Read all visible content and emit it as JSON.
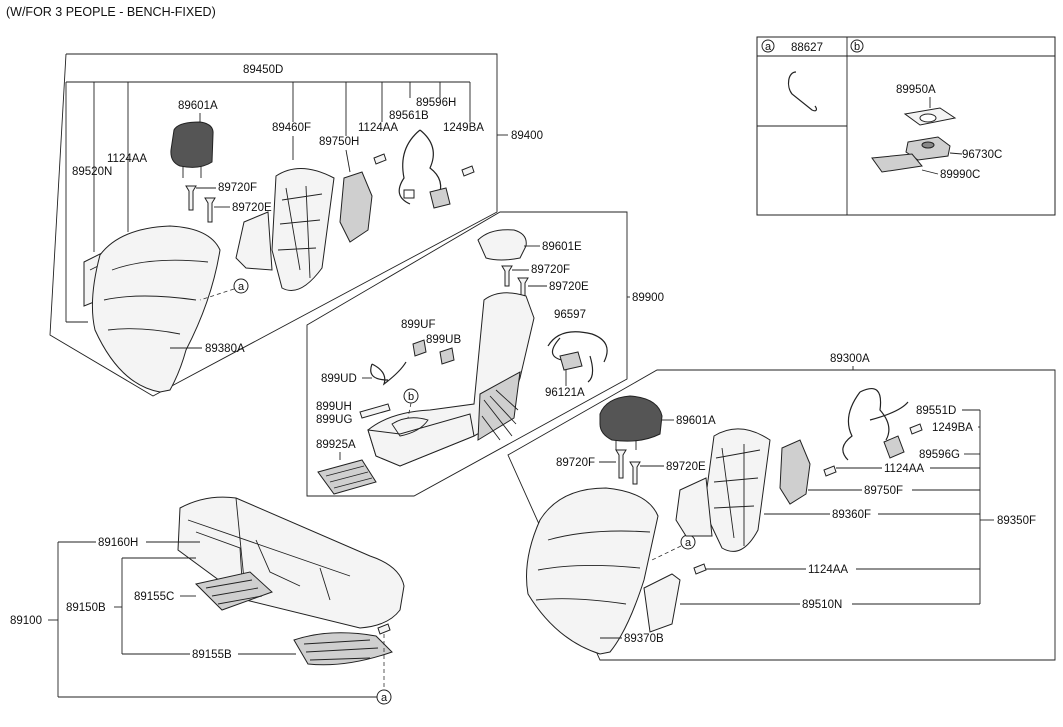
{
  "header": {
    "title": "(W/FOR 3 PEOPLE - BENCH-FIXED)"
  },
  "legend": {
    "a_marker": "a",
    "a_part": "88627",
    "b_marker": "b",
    "b_parts": [
      "89950A",
      "96730C",
      "89990C"
    ]
  },
  "left_seatback": {
    "assembly": "89400",
    "parts": [
      "89450D",
      "89601A",
      "1124AA",
      "89520N",
      "89720F",
      "89720E",
      "89460F",
      "89750H",
      "1124AA",
      "89561B",
      "89596H",
      "1249BA",
      "89380A"
    ],
    "marker": "a"
  },
  "armrest": {
    "assembly": "89900",
    "parts": [
      "89601E",
      "89720F",
      "89720E",
      "96597",
      "899UF",
      "899UB",
      "899UD",
      "96121A",
      "899UH",
      "899UG",
      "89925A"
    ],
    "marker": "b"
  },
  "right_seatback": {
    "assembly": "89350F",
    "parts": [
      "89300A",
      "89601A",
      "89551D",
      "1249BA",
      "89720F",
      "89720E",
      "89596G",
      "1124AA",
      "89750F",
      "89360F",
      "1124AA",
      "89510N",
      "89370B"
    ],
    "marker": "a"
  },
  "cushion": {
    "assembly": "89100",
    "parts": [
      "89160H",
      "89150B",
      "89155C",
      "89155B"
    ],
    "marker": "a"
  }
}
